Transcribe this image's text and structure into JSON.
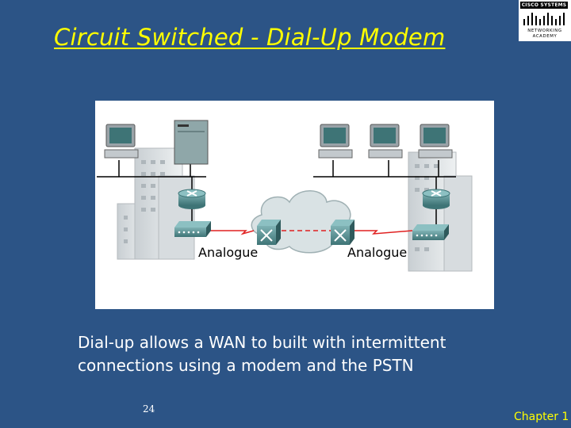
{
  "slide": {
    "title": "Circuit Switched -  Dial-Up Modem",
    "caption_line1": "Dial-up allows a WAN to built with intermittent",
    "caption_line2": "connections using a modem and the PSTN",
    "page_number": "24",
    "chapter": "Chapter 1"
  },
  "logo": {
    "brand": "CISCO SYSTEMS",
    "academy_line1": "NETWORKING",
    "academy_line2": "ACADEMY"
  },
  "diagram": {
    "left_link_label": "Analogue",
    "right_link_label": "Analogue",
    "icons": [
      "workstation-icon",
      "server-icon",
      "router-icon",
      "modem-icon",
      "pstn-switch-icon",
      "cloud-icon",
      "building-icon"
    ]
  },
  "colors": {
    "background": "#2c5486",
    "title": "#ffff00",
    "caption": "#ffffff",
    "link_red": "#e02020",
    "device_teal": "#4a8a8c"
  }
}
